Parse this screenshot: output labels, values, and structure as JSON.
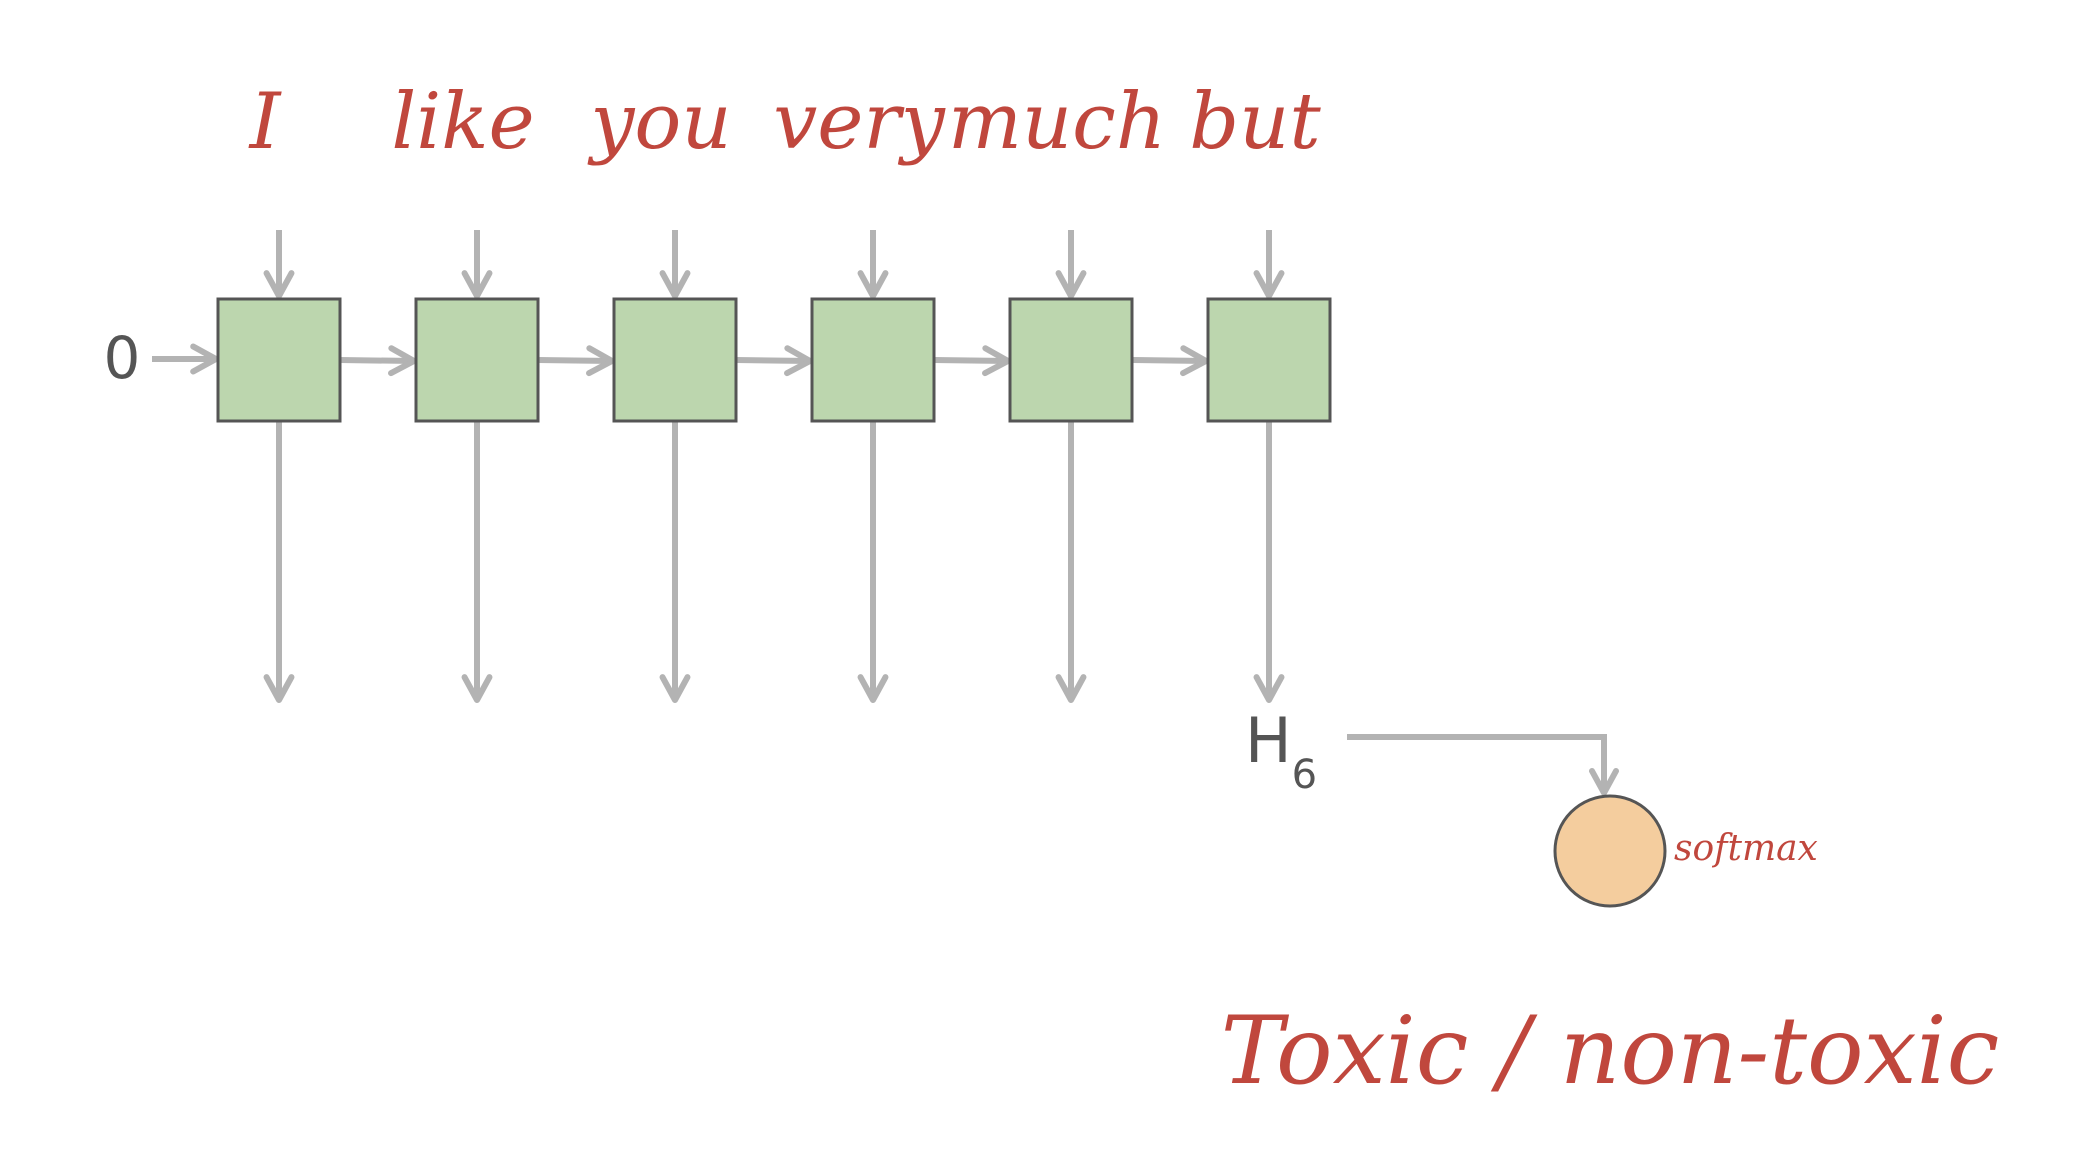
{
  "words": [
    "I",
    "like",
    "you",
    "very",
    "much",
    "but"
  ],
  "initial_state": "0",
  "hidden_state": {
    "letter": "H",
    "subscript": "6"
  },
  "activation": "softmax",
  "output_label": "Toxic / non-toxic",
  "colors": {
    "text_accent": "#c0473d",
    "cell_fill": "#bcd6ae",
    "node_fill": "#f4cd9e",
    "arrow": "#b3b3b3",
    "outline": "#555555"
  }
}
